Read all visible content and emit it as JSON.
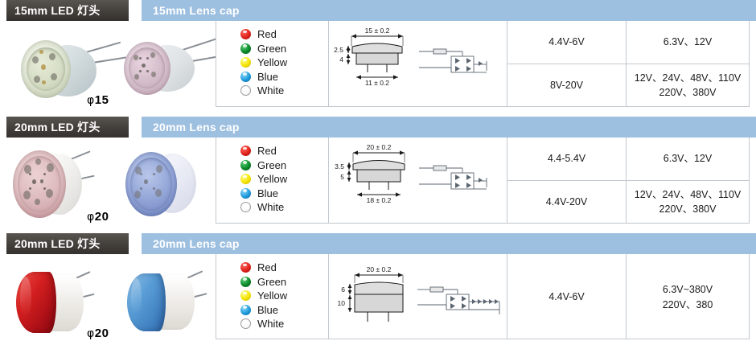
{
  "rows": [
    {
      "badge": "15mm LED 灯头",
      "lens_header": "15mm Lens cap",
      "diameter_label": "15",
      "colors": [
        "Red",
        "Green",
        "Yellow",
        "Blue",
        "White"
      ],
      "drawing": {
        "top_width": "15 ± 0.2",
        "bottom_width": "11 ± 0.2",
        "height_upper": "2.5",
        "height_lower": "4"
      },
      "voltage_dc": [
        "4.4V-6V",
        "8V-20V"
      ],
      "voltage_ac": [
        "6.3V、12V",
        "12V、24V、48V、110V\n220V、380V"
      ],
      "split": true,
      "led_chain": 1
    },
    {
      "badge": "20mm LED 灯头",
      "lens_header": "20mm Lens cap",
      "diameter_label": "20",
      "colors": [
        "Red",
        "Green",
        "Yellow",
        "Blue",
        "White"
      ],
      "drawing": {
        "top_width": "20 ± 0.2",
        "bottom_width": "18 ± 0.2",
        "height_upper": "3.5",
        "height_lower": "5"
      },
      "voltage_dc": [
        "4.4-5.4V",
        "4.4V-20V"
      ],
      "voltage_ac": [
        "6.3V、12V",
        "12V、24V、48V、110V\n220V、380V"
      ],
      "split": true,
      "led_chain": 1
    },
    {
      "badge": "20mm LED 灯头",
      "lens_header": "20mm Lens cap",
      "diameter_label": "20",
      "colors": [
        "Red",
        "Green",
        "Yellow",
        "Blue",
        "White"
      ],
      "drawing": {
        "top_width": "20 ± 0.2",
        "bottom_width": "",
        "height_upper": "6",
        "height_lower": "10"
      },
      "voltage_dc": [
        "4.4V-6V"
      ],
      "voltage_ac": [
        "6.3V~380V\n220V、380"
      ],
      "split": false,
      "led_chain": 5
    }
  ],
  "phi_symbol": "φ",
  "color_swatches": {
    "Red": "#e0221c",
    "Green": "#0a8a2a",
    "Yellow": "#f5e400",
    "Blue": "#1f9bdd",
    "White": "#ffffff"
  },
  "theme": {
    "badge_bg": "#433f3b",
    "lens_bar_bg": "#9dbfe0",
    "table_border": "#c2c8ce",
    "text": "#1a1a1a"
  }
}
